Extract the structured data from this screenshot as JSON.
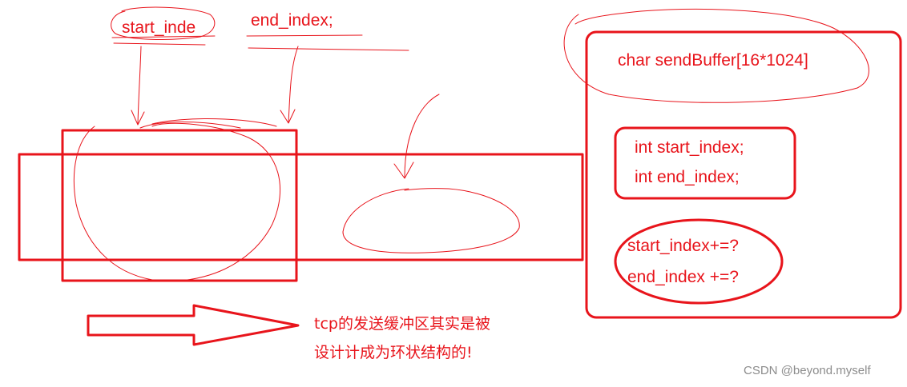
{
  "labels": {
    "start_index_top": "start_inde",
    "end_index_top": "end_index;",
    "send_buffer_decl": "char sendBuffer[16*1024]",
    "int_start": "int start_index;",
    "int_end": "int end_index;",
    "start_inc": "start_index+=?",
    "end_inc": "end_index +=?",
    "note_line1": "tcp的发送缓冲区其实是被",
    "note_line2": "设计计成为环状结构的!"
  },
  "watermark": "CSDN @beyond.myself",
  "colors": {
    "ink": "#e8141b",
    "watermark": "#8c8c8c",
    "background": "#ffffff"
  }
}
